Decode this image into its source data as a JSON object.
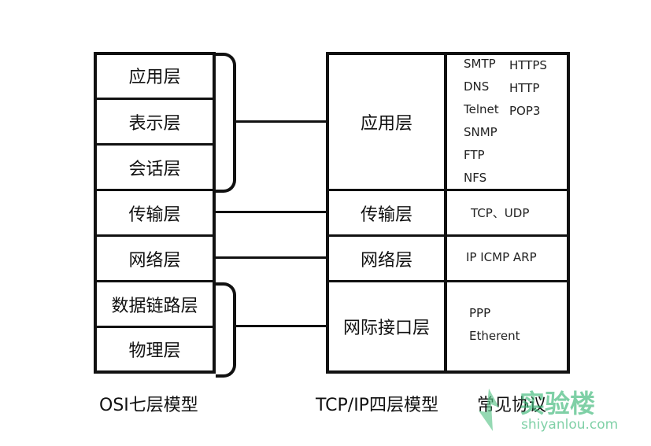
{
  "osi": {
    "layers": [
      "应用层",
      "表示层",
      "会话层",
      "传输层",
      "网络层",
      "数据链路层",
      "物理层"
    ],
    "caption": "OSI七层模型"
  },
  "tcpip": {
    "layers": [
      "应用层",
      "传输层",
      "网络层",
      "网际接口层"
    ],
    "caption": "TCP/IP四层模型"
  },
  "protocols": {
    "caption": "常见协议",
    "application_col1": [
      "SMTP",
      "DNS",
      "Telnet",
      "SNMP",
      "FTP",
      "NFS"
    ],
    "application_col2": [
      "HTTPS",
      "HTTP",
      "POP3"
    ],
    "transport": "TCP、UDP",
    "network": "IP ICMP ARP",
    "link": [
      "PPP",
      "Etherent"
    ]
  },
  "watermark": {
    "brand": "实验楼",
    "url": "shiyanlou.com",
    "color": "#3cb878"
  }
}
